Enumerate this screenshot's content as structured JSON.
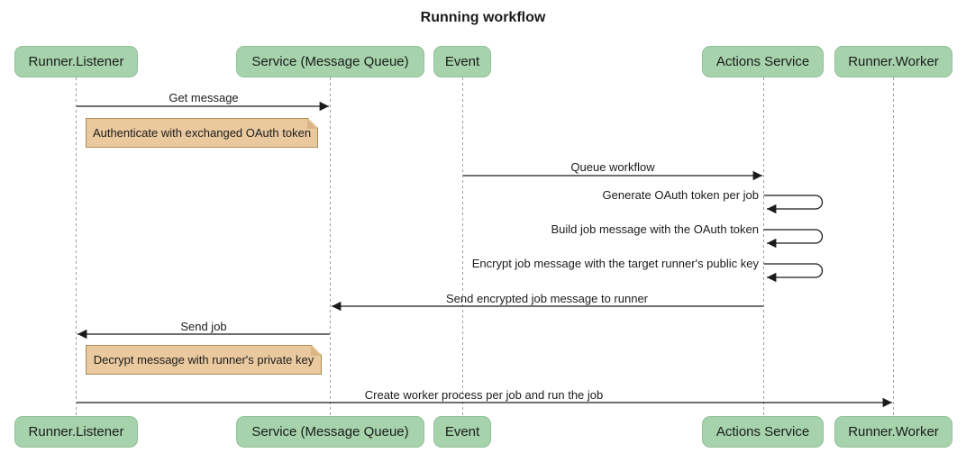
{
  "title": "Running workflow",
  "actors": [
    {
      "label": "Runner.Listener"
    },
    {
      "label": "Service (Message Queue)"
    },
    {
      "label": "Event"
    },
    {
      "label": "Actions Service"
    },
    {
      "label": "Runner.Worker"
    }
  ],
  "messages": [
    {
      "label": "Get message",
      "from": "Runner.Listener",
      "to": "Service (Message Queue)",
      "kind": "arrow"
    },
    {
      "label": "Authenticate with exchanged OAuth token",
      "kind": "note"
    },
    {
      "label": "Queue workflow",
      "from": "Event",
      "to": "Actions Service",
      "kind": "arrow"
    },
    {
      "label": "Generate OAuth token per job",
      "from": "Actions Service",
      "to": "Actions Service",
      "kind": "self"
    },
    {
      "label": "Build job message with the OAuth token",
      "from": "Actions Service",
      "to": "Actions Service",
      "kind": "self"
    },
    {
      "label": "Encrypt job message with the target runner's public key",
      "from": "Actions Service",
      "to": "Actions Service",
      "kind": "self"
    },
    {
      "label": "Send encrypted job message to runner",
      "from": "Actions Service",
      "to": "Service (Message Queue)",
      "kind": "arrow"
    },
    {
      "label": "Send job",
      "from": "Service (Message Queue)",
      "to": "Runner.Listener",
      "kind": "arrow"
    },
    {
      "label": "Decrypt message with runner's private key",
      "kind": "note"
    },
    {
      "label": "Create worker process per job and run the job",
      "from": "Runner.Listener",
      "to": "Runner.Worker",
      "kind": "arrow"
    }
  ],
  "colors": {
    "actor_fill": "#a6d3ac",
    "actor_border": "#8fc197",
    "note_fill": "#eac99f",
    "note_border": "#aa8b55",
    "note_fold": "#d9b585",
    "lifeline": "#9e9e9e",
    "arrow": "#1b1b1b",
    "text": "#1b1b1b",
    "background": "#ffffff"
  }
}
